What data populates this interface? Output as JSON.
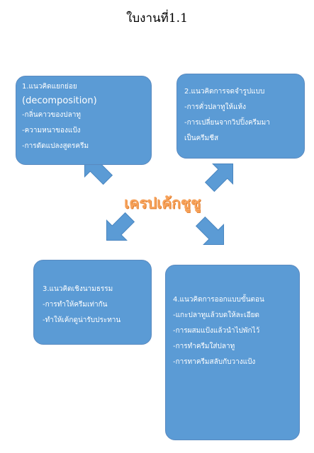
{
  "title": "ใบงานที่1.1",
  "center": "เครปเค้กชูชู",
  "boxes": [
    {
      "heading": "1.แนวคิดแยกย่อย",
      "sub": "(decomposition)",
      "items": [
        "-กลิ่นคาวของปลาทู",
        "-ความหนาของแป้ง",
        "-การดัดแปลงสูตรครีม"
      ]
    },
    {
      "heading": "2.แนวคิดการจดจำรูปแบบ",
      "items": [
        "-การคั่วปลาทูให้แห้ง",
        "-การเปลี่ยนจากวิปปิ้งครีมมา",
        "เป็นครีมชีส"
      ]
    },
    {
      "heading": "3.แนวคิดเชิงนามธรรม",
      "items": [
        "-การทำให้ครีมเท่ากัน",
        "-ทำให้เค้กดูน่ารับประทาน"
      ]
    },
    {
      "heading": "4.แนวคิดการออกแบบขั้นตอน",
      "items": [
        "-แกะปลาทูแล้วบดให้ละเอียด",
        "-การผสมแป้งแล้วนำไปพักไว้",
        "-การทำครีมใส่ปลาทู",
        "-การทาครีมสลับกับวางแป้ง"
      ]
    }
  ],
  "colors": {
    "box": "#5b9bd5",
    "arrow": "#5b9bd5",
    "center": "#f7a35c"
  }
}
